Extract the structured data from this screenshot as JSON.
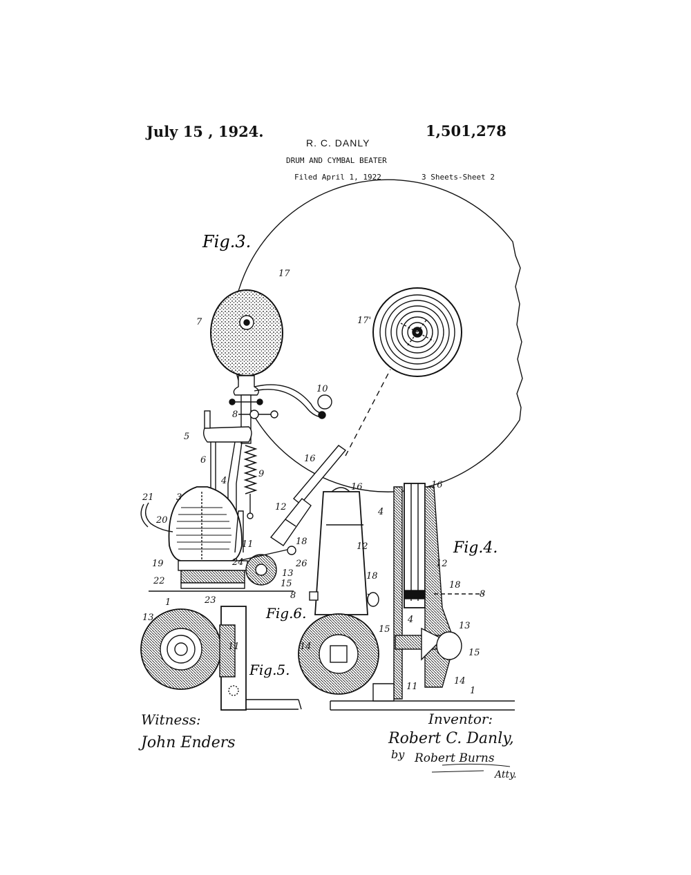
{
  "header": {
    "date": "July 15 , 1924.",
    "patent_number": "1,501,278",
    "inventor_name": "R. C. DANLY",
    "title": "DRUM AND CYMBAL BEATER",
    "filed": "Filed April 1, 1922",
    "sheets": "3 Sheets-Sheet 2"
  },
  "figures": {
    "fig3": "Fig.3.",
    "fig4": "Fig.4.",
    "fig5": "Fig.5.",
    "fig6": "Fig.6."
  },
  "reference_numerals": [
    "17",
    "17'",
    "7",
    "10",
    "8",
    "5",
    "16",
    "6",
    "9",
    "4",
    "21",
    "3",
    "12",
    "20",
    "11",
    "18",
    "19",
    "24",
    "26",
    "22",
    "13",
    "15",
    "1",
    "23",
    "16",
    "12",
    "18",
    "8",
    "14",
    "13",
    "11",
    "16",
    "4",
    "12",
    "18",
    "8",
    "4",
    "15",
    "13",
    "15",
    "14",
    "11",
    "1"
  ],
  "signatures": {
    "witness_label": "Witness:",
    "witness_name": "John Enders",
    "inventor_label": "Inventor:",
    "inventor_signed": "Robert C. Danly,",
    "by": "by",
    "attorney": "Robert Burns",
    "atty": "Atty."
  }
}
